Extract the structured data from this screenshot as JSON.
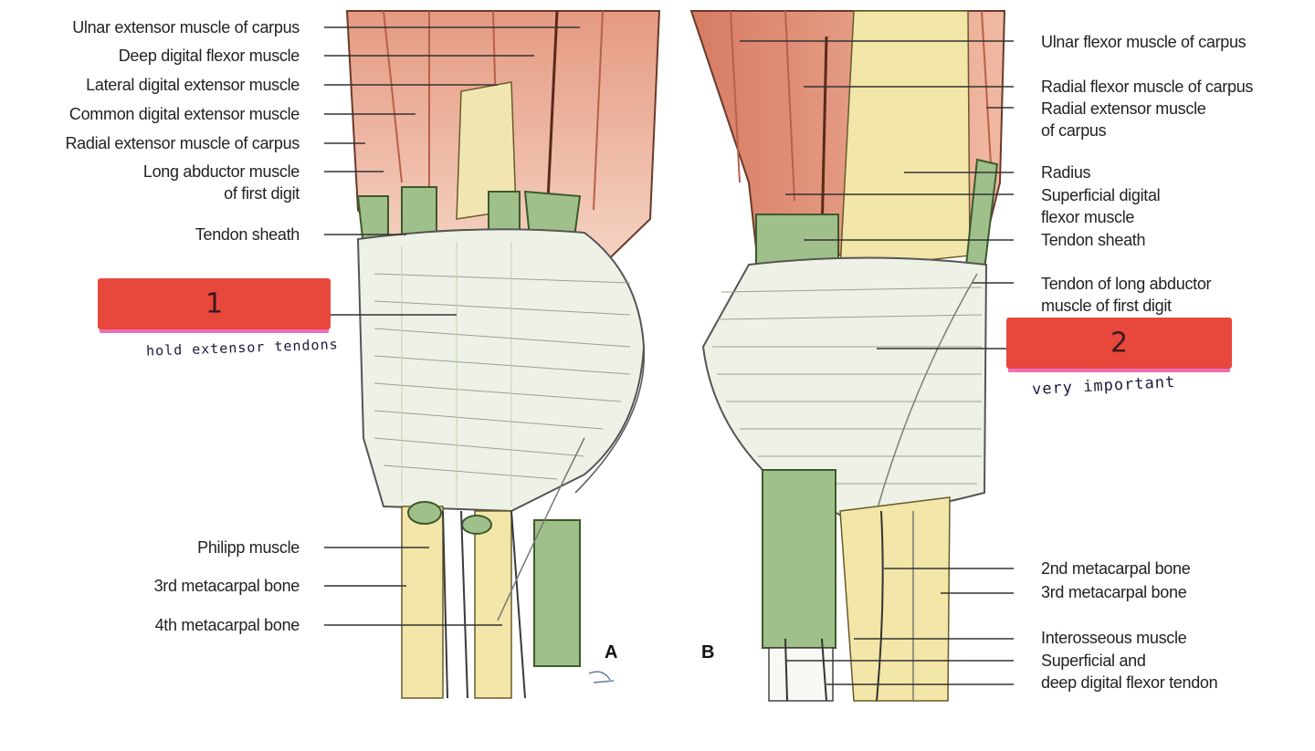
{
  "left_labels": [
    "Ulnar extensor muscle of carpus",
    "Deep digital flexor muscle",
    "Lateral digital extensor muscle",
    "Common digital extensor muscle",
    "Radial extensor muscle of carpus",
    "Long abductor muscle\nof first digit",
    "Tendon sheath",
    "Philipp muscle",
    "3rd metacarpal bone",
    "4th metacarpal bone"
  ],
  "right_labels": [
    "Ulnar flexor muscle of carpus",
    "Radial flexor muscle of carpus",
    "Radial extensor muscle\nof carpus",
    "Radius",
    "Superficial digital\nflexor muscle",
    "Tendon sheath",
    "Tendon of long abductor\nmuscle of first digit",
    "2nd metacarpal bone",
    "3rd metacarpal bone",
    "Interosseous muscle",
    "Superficial and\ndeep digital flexor tendon"
  ],
  "answer_boxes": [
    {
      "number": "1",
      "note": "hold extensor tendons"
    },
    {
      "number": "2",
      "note": "very important"
    }
  ],
  "panels": {
    "a": "A",
    "b": "B"
  },
  "colors": {
    "muscle": "#d9826c",
    "muscle_light": "#f0c4b0",
    "bone": "#f2e6a8",
    "tendon_sheath": "#9fc08a",
    "retinaculum": "#eef2e6",
    "answer_box": "#e8473c",
    "leader_line": "#333333"
  }
}
